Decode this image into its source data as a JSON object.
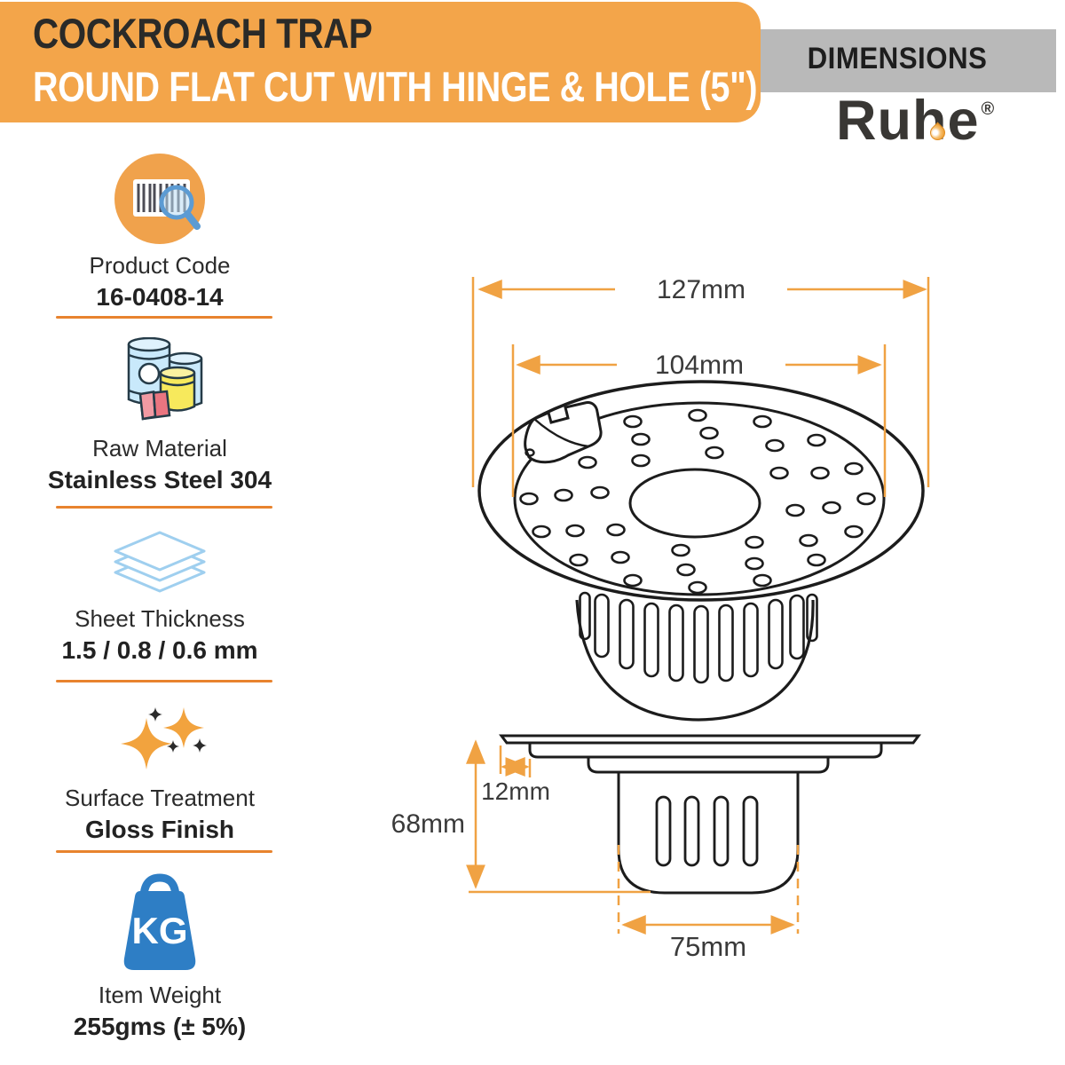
{
  "header": {
    "title": "COCKROACH TRAP",
    "subtitle": "ROUND FLAT CUT WITH HINGE & HOLE (5\")",
    "dimensions_label": "DIMENSIONS",
    "brand": "Ruhe",
    "registered": "®"
  },
  "sidebar": {
    "items": [
      {
        "icon": "barcode-magnifier-icon",
        "label": "Product Code",
        "value": "16-0408-14"
      },
      {
        "icon": "material-containers-icon",
        "label": "Raw Material",
        "value": "Stainless Steel 304"
      },
      {
        "icon": "sheet-layers-icon",
        "label": "Sheet Thickness",
        "value": "1.5 / 0.8 / 0.6 mm"
      },
      {
        "icon": "sparkles-icon",
        "label": "Surface Treatment",
        "value": "Gloss Finish"
      },
      {
        "icon": "kg-weight-icon",
        "label": "Item Weight",
        "value": "255gms (± 5%)"
      }
    ]
  },
  "drawing": {
    "views": [
      "top-perspective",
      "side-section"
    ],
    "dims": {
      "outer_diameter": "127mm",
      "plate_diameter": "104mm",
      "rim_offset": "12mm",
      "trap_height": "68mm",
      "outlet_width": "75mm"
    }
  },
  "colors": {
    "accent_orange": "#f3a54a",
    "divider_orange": "#e8832e",
    "dimension_orange": "#f0a243",
    "gray_bar": "#b9b9b9",
    "sketch_ink": "#1c1c1c",
    "blue": "#2e7ec5",
    "light_blue": "#9fcfef"
  }
}
